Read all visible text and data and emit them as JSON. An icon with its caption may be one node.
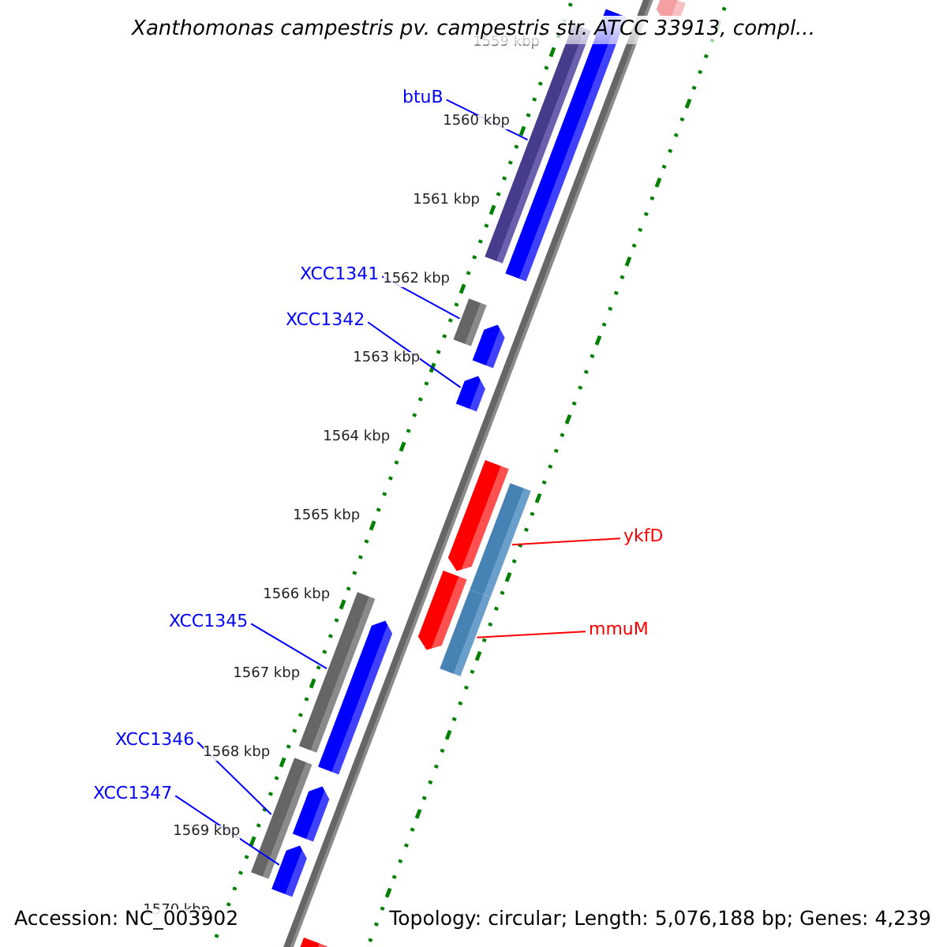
{
  "diagram": {
    "title": "Xanthomonas campestris pv. campestris str. ATCC 33913, compl...",
    "nodes": [
      {
        "text": [
          "btuB"
        ]
      },
      {
        "text": [],
        "shape": "bar"
      },
      {
        "text": [
          "XCC1341"
        ]
      },
      {
        "text": [],
        "shape": "bar"
      },
      {
        "text": [
          "XCC1342"
        ]
      },
      {
        "text": [],
        "shape": "arrow"
      },
      {
        "text": [
          "ykfD"
        ]
      },
      {
        "text": [],
        "shape": "bar"
      },
      {
        "text": [
          "mmuM"
        ]
      },
      {
        "text": [],
        "shape": "bar"
      },
      {
        "text": [
          "XCC1345"
        ]
      },
      {
        "text": [],
        "shape": "bar"
      },
      {
        "text": [
          "XCC1346"
        ]
      },
      {
        "text": [],
        "shape": "bar"
      },
      {
        "text": [
          "XCC1347"
        ]
      },
      {
        "text": [],
        "shape": "arrow"
      },
      {
        "text": [],
        "shape": "bar"
      },
      {
        "text": [],
        "shape": "arrow"
      },
      {
        "text": [],
        "shape": "arrow"
      },
      {
        "text": [],
        "shape": "arrow"
      },
      {
        "text": [],
        "shape": "arrow"
      },
      {
        "text": [],
        "shape": "arrow"
      },
      {
        "text": [],
        "shape": "arrow"
      },
      {
        "text": [],
        "shape": "bar"
      }
    ],
    "edges": [
      {
        "from": 0,
        "to": 1,
        "arrow": "none"
      },
      {
        "from": 2,
        "to": 3,
        "arrow": "none"
      },
      {
        "from": 4,
        "to": 5,
        "arrow": "none"
      },
      {
        "from": 6,
        "to": 7,
        "arrow": "none",
        "color": "#ff0000"
      },
      {
        "from": 8,
        "to": 9,
        "arrow": "none",
        "color": "#ff0000"
      },
      {
        "from": 10,
        "to": 11,
        "arrow": "none"
      },
      {
        "from": 12,
        "to": 13,
        "arrow": "none"
      },
      {
        "from": 14,
        "to": 15,
        "arrow": "none"
      }
    ],
    "labels": [
      "1559 kbp",
      "1560 kbp",
      "1561 kbp",
      "1562 kbp",
      "1563 kbp",
      "1564 kbp",
      "1565 kbp",
      "1566 kbp",
      "1567 kbp",
      "1568 kbp",
      "1569 kbp",
      "1570 kbp",
      "Accession: NC_003902",
      "Topology: circular; Length: 5,076,188 bp; Genes: 4,239"
    ]
  }
}
